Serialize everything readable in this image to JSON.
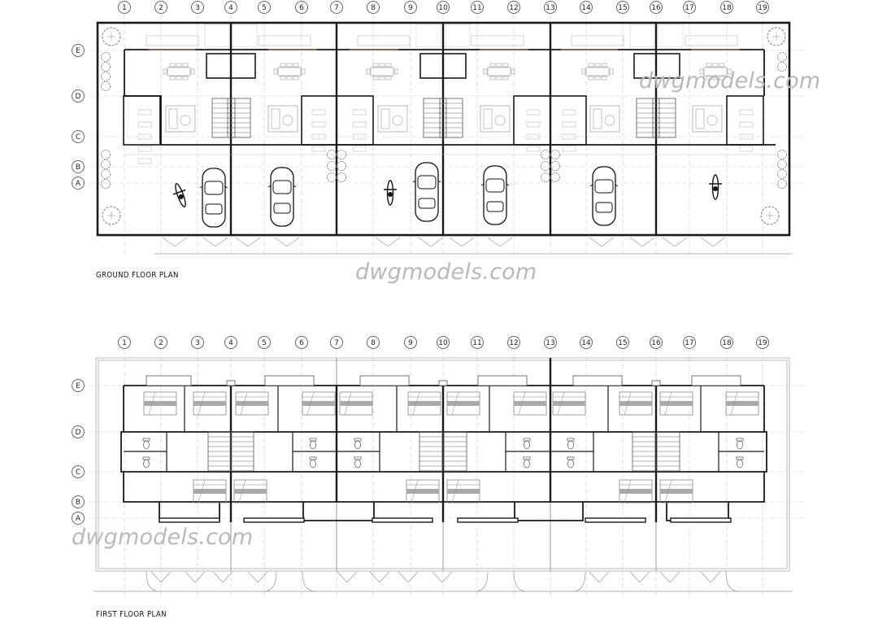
{
  "drawing": {
    "plans": [
      {
        "id": "ground",
        "title": "GROUND FLOOR PLAN",
        "column_labels": [
          "1",
          "2",
          "3",
          "4",
          "5",
          "6",
          "7",
          "8",
          "9",
          "10",
          "11",
          "12",
          "13",
          "14",
          "15",
          "16",
          "17",
          "18",
          "19"
        ],
        "row_labels": [
          "E",
          "D",
          "C",
          "B",
          "A"
        ]
      },
      {
        "id": "first",
        "title": "FIRST FLOOR PLAN",
        "column_labels": [
          "1",
          "2",
          "3",
          "4",
          "5",
          "6",
          "7",
          "8",
          "9",
          "10",
          "11",
          "12",
          "13",
          "14",
          "15",
          "16",
          "17",
          "18",
          "19"
        ],
        "row_labels": [
          "E",
          "D",
          "C",
          "B",
          "A"
        ]
      }
    ],
    "watermarks": [
      "dwgmodels.com",
      "dwgmodels.com",
      "dwgmodels.com"
    ],
    "colors": {
      "wall": "#1a1a1a",
      "furniture": "#9a9a9a",
      "gridline": "#bdbdbd",
      "watermark": "#b9b9b9",
      "glazing": "#b07a5a"
    }
  }
}
